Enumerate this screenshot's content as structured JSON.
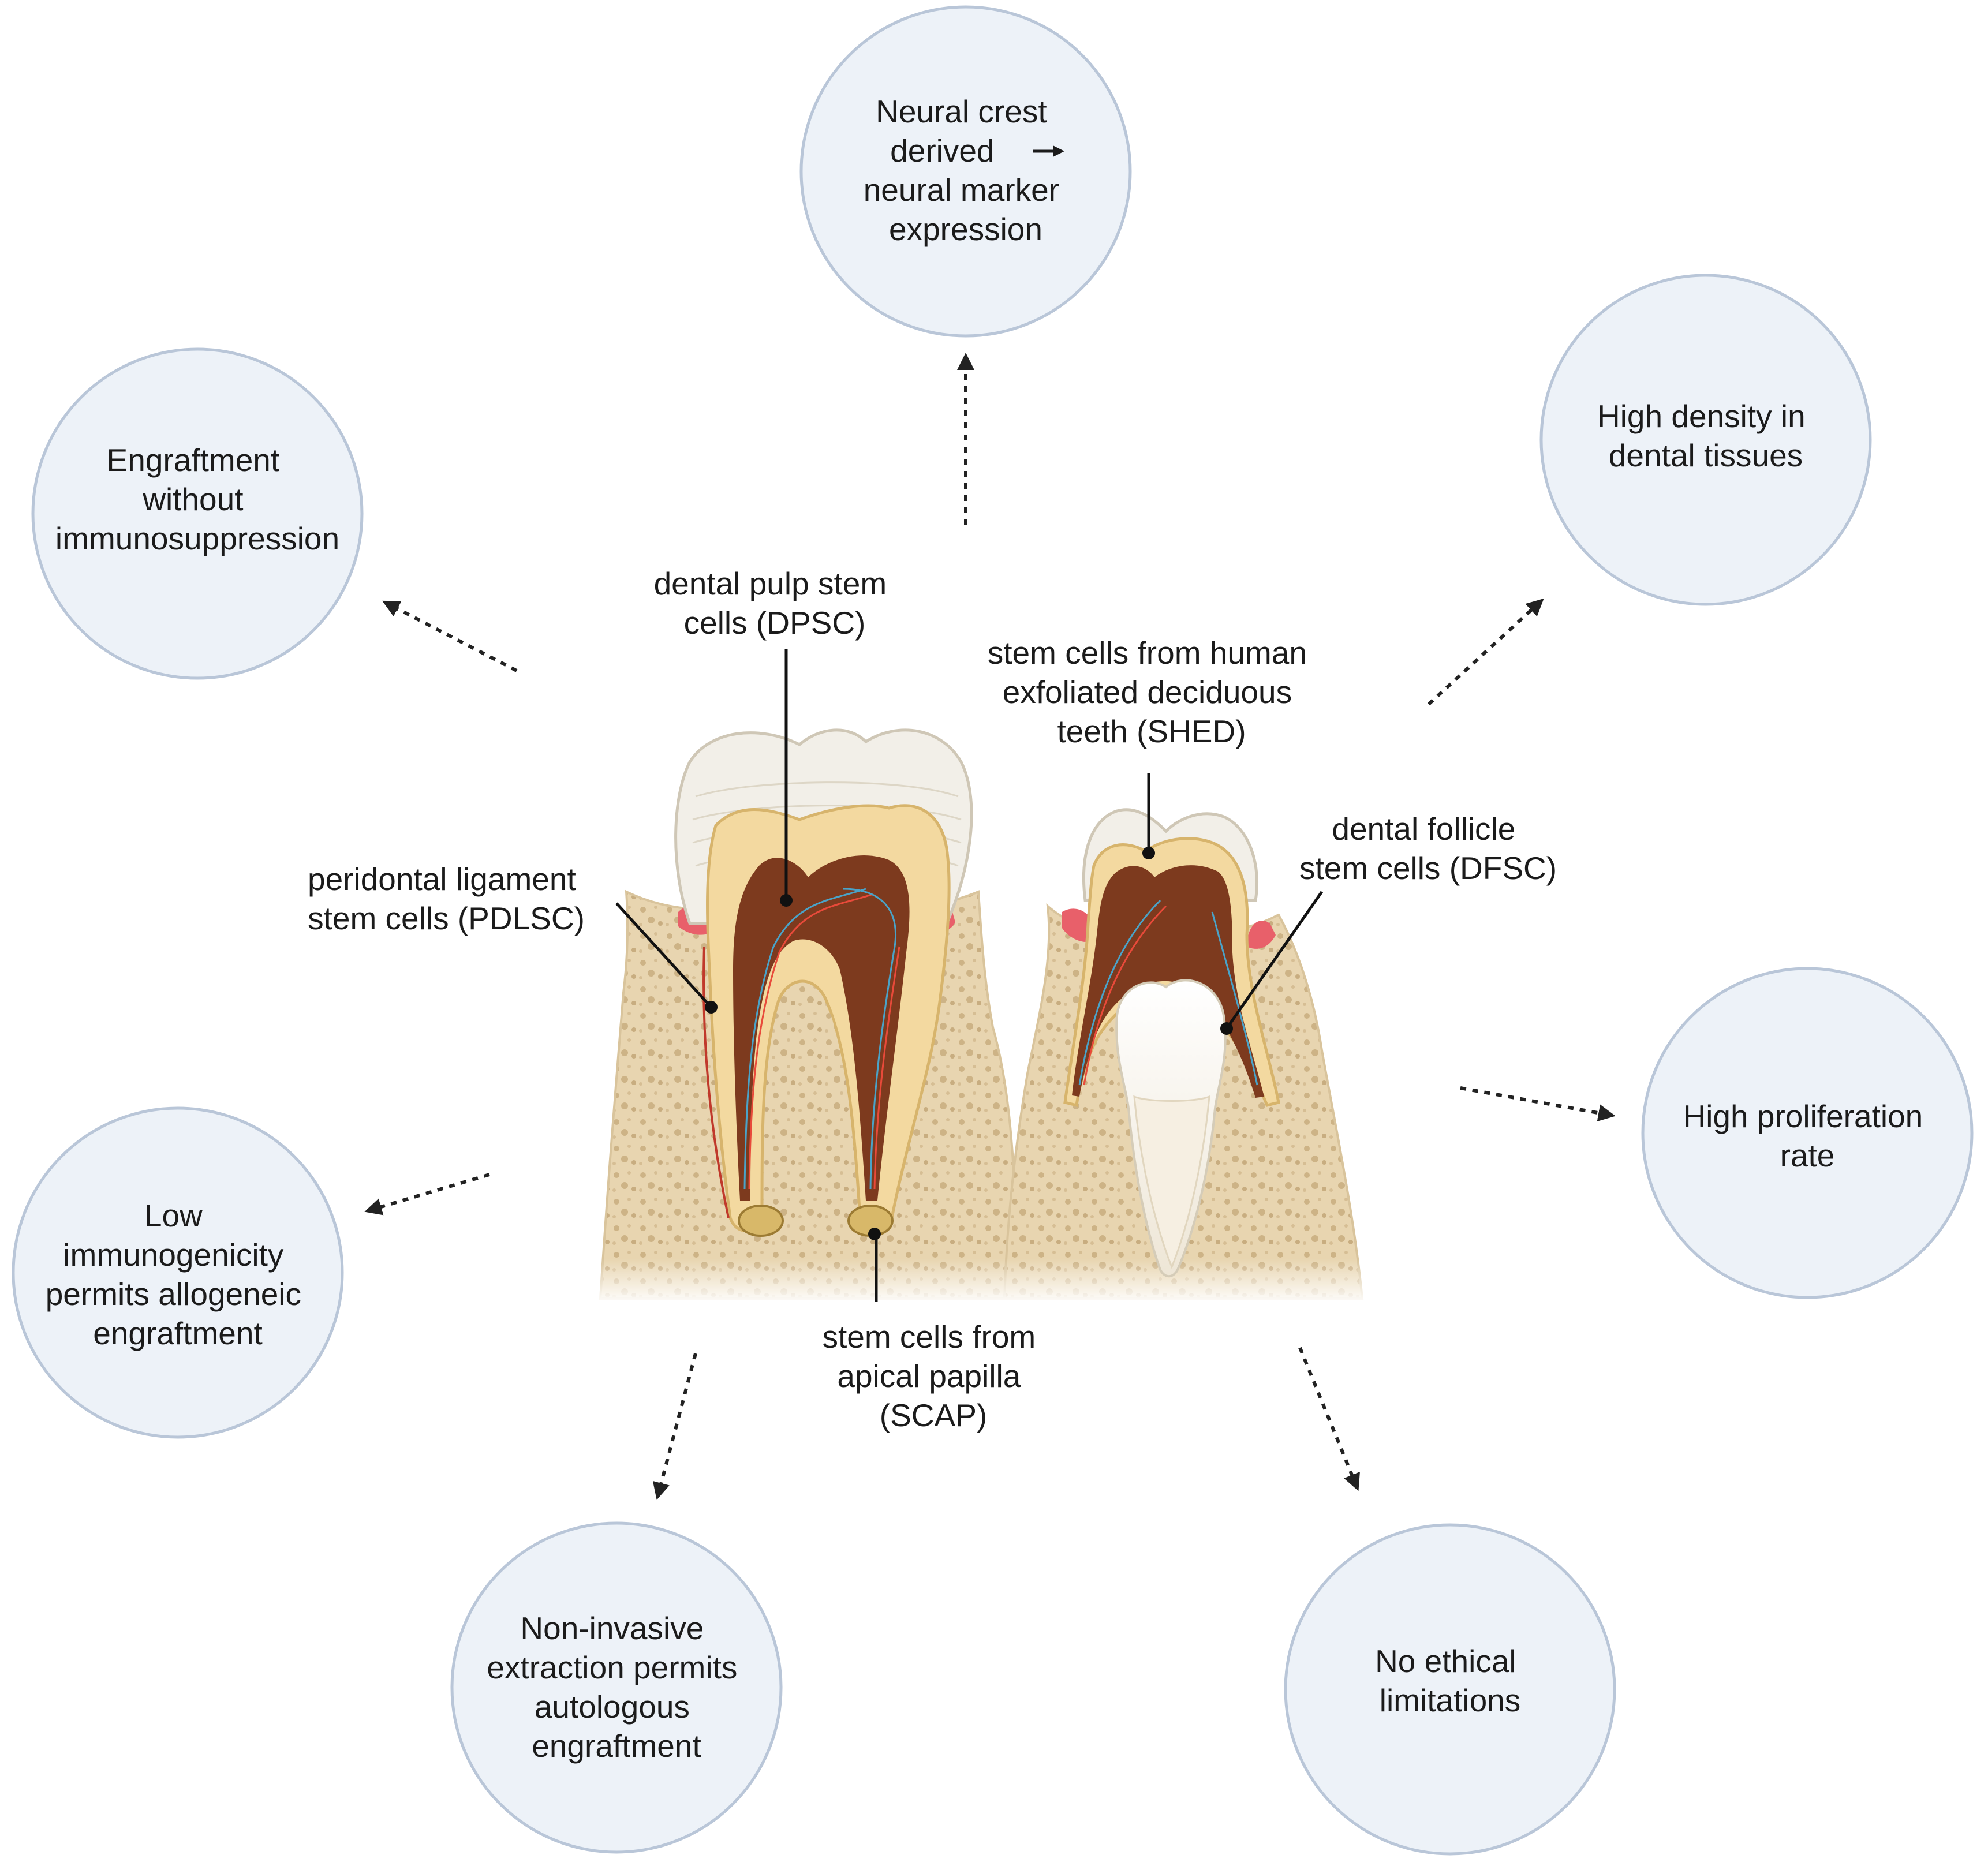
{
  "bubbles": {
    "neural": [
      "Neural crest",
      "derived",
      "neural marker",
      "expression"
    ],
    "engraft": [
      "Engraftment",
      "without",
      "immunosuppression"
    ],
    "density": [
      "High density in",
      "dental tissues"
    ],
    "lowimmuno": [
      "Low",
      "immunogenicity",
      "permits allogeneic",
      "engraftment"
    ],
    "prolif": [
      "High proliferation",
      "rate"
    ],
    "noninv": [
      "Non-invasive",
      "extraction permits",
      "autologous",
      "engraftment"
    ],
    "ethical": [
      "No ethical",
      "limitations"
    ]
  },
  "labels": {
    "dpsc": [
      "dental pulp stem",
      "cells (DPSC)"
    ],
    "shed": [
      "stem cells from human",
      "exfoliated deciduous",
      "teeth (SHED)"
    ],
    "pdlsc": [
      "peridontal ligament",
      "stem cells (PDLSC)"
    ],
    "dfsc": [
      "dental follicle",
      "stem cells (DFSC)"
    ],
    "scap": [
      "stem cells from",
      "apical papilla",
      "(SCAP)"
    ]
  },
  "colors": {
    "bubble_fill": "#edf2f8",
    "bubble_stroke": "#b9c6d8",
    "bone": "#e8d5b0",
    "dentin": "#f3d9a0",
    "enamel": "#f2efe8",
    "pulp": "#7d3a1e",
    "gum": "#e8606a"
  }
}
